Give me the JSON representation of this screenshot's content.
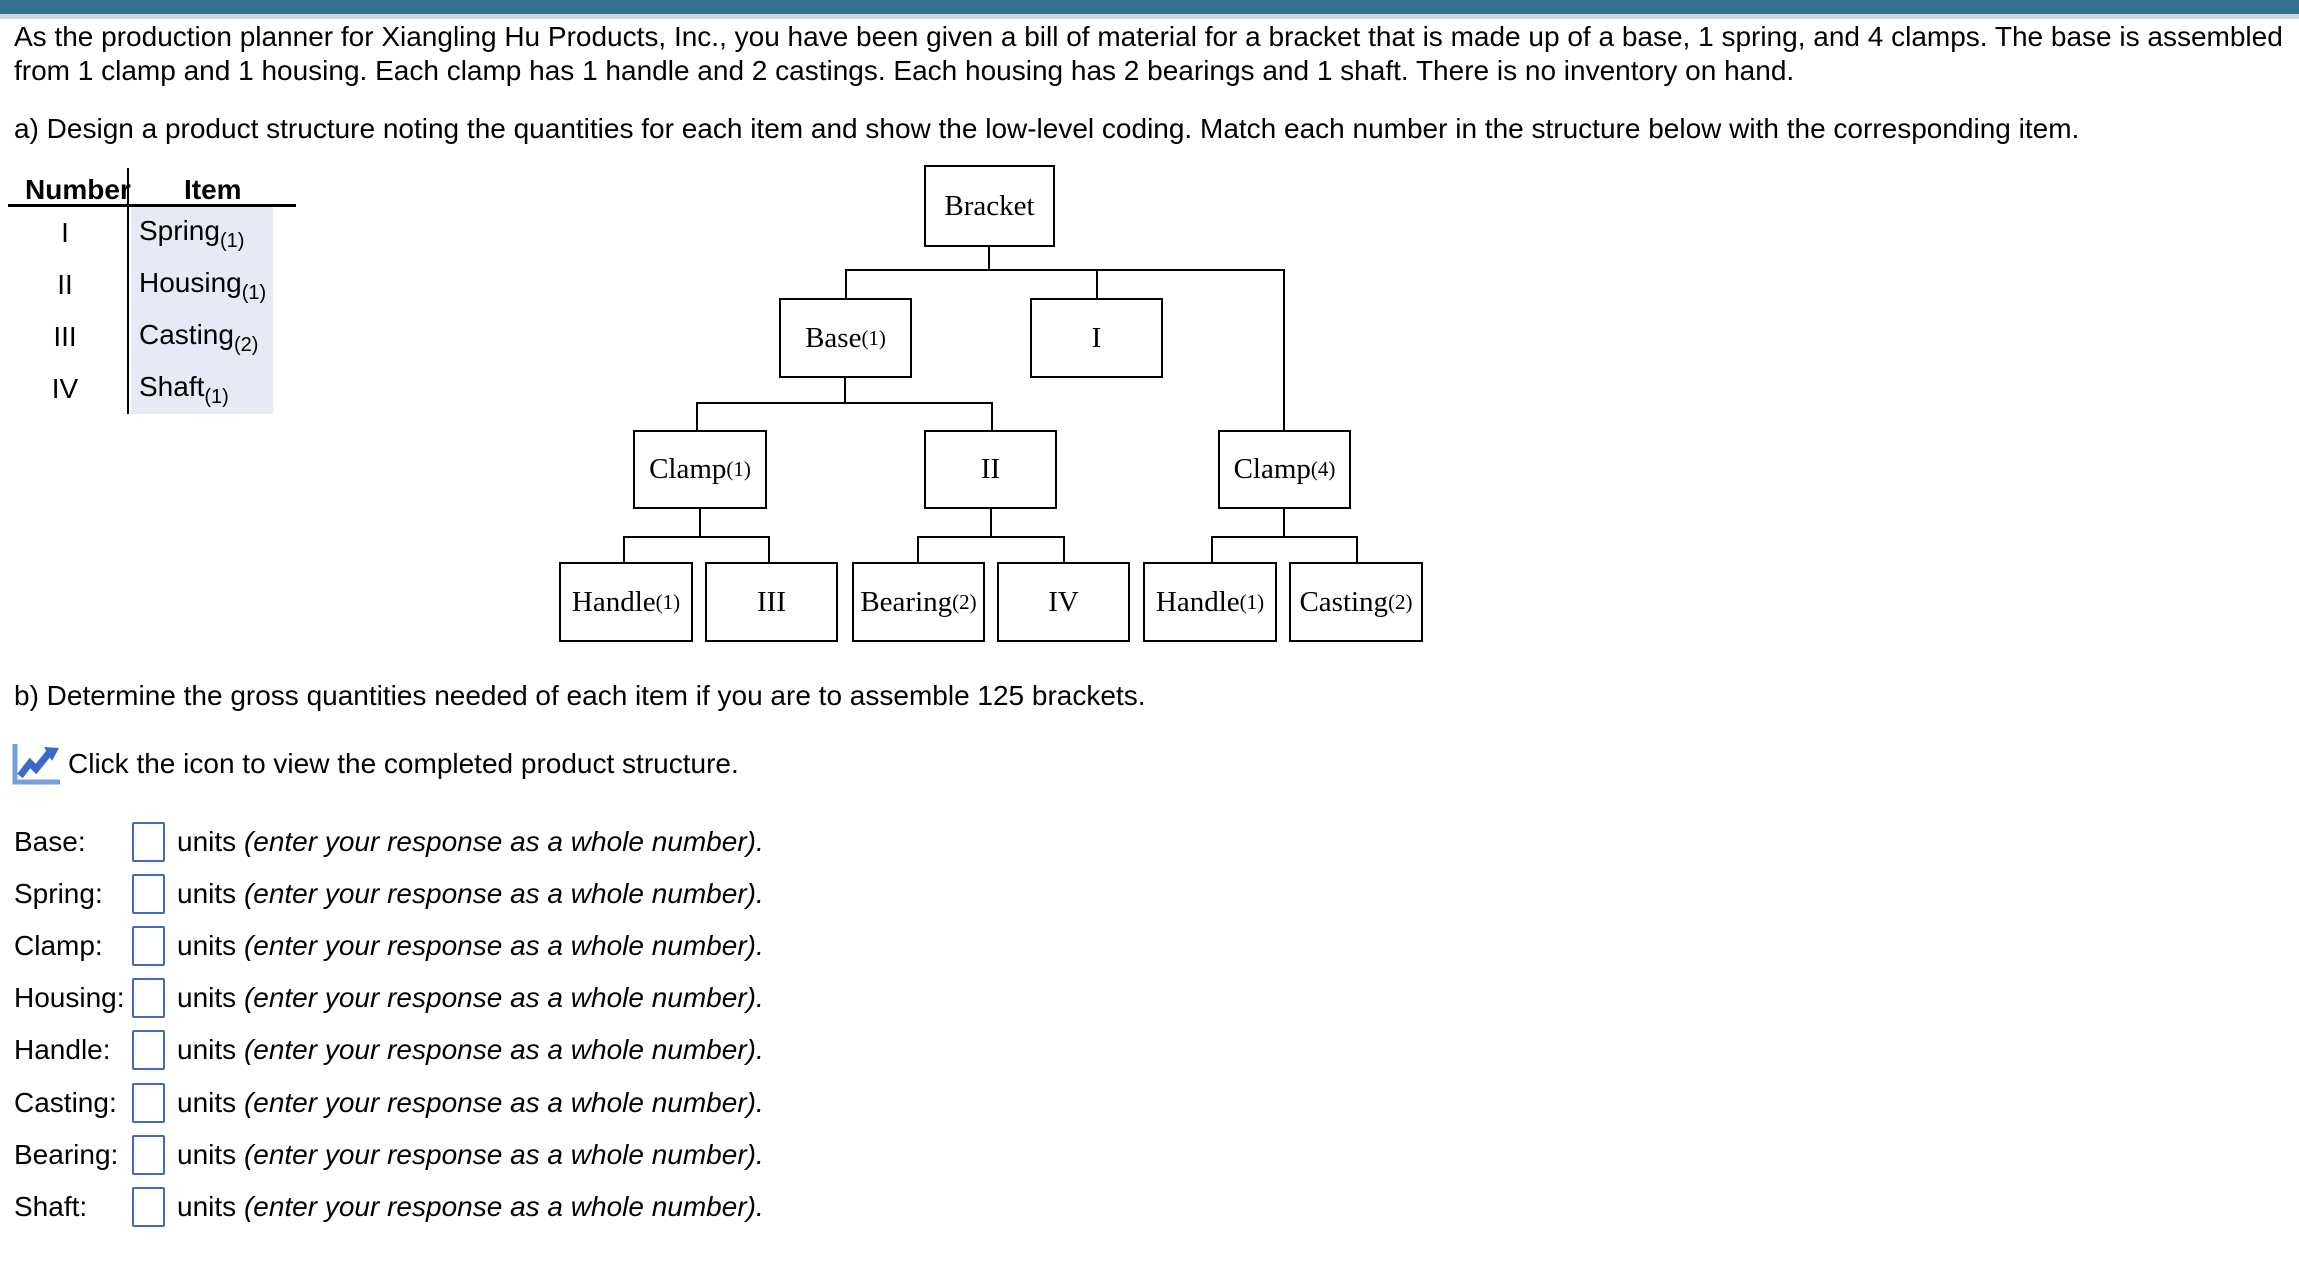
{
  "problem": {
    "statement": "As the production planner for Xiangling Hu Products, Inc., you have been given a bill of material for a bracket that is made up of a base, 1 spring, and 4 clamps. The base is assembled from 1 clamp and 1 housing. Each clamp has 1 handle and 2 castings. Each housing has 2 bearings and 1 shaft. There is no inventory on hand.",
    "part_a": "a) Design a product structure noting the quantities for each item and show the low-level coding. Match each number in the structure below with the corresponding item.",
    "part_b": "b) Determine the gross quantities needed of each item if you are to assemble 125 brackets.",
    "icon_caption": "Click the icon to view the completed product structure."
  },
  "match_table": {
    "header_number": "Number",
    "header_item": "Item",
    "rows": [
      {
        "number": "I",
        "item": "Spring",
        "qty": "(1)"
      },
      {
        "number": "II",
        "item": "Housing",
        "qty": "(1)"
      },
      {
        "number": "III",
        "item": "Casting",
        "qty": "(2)"
      },
      {
        "number": "IV",
        "item": "Shaft",
        "qty": "(1)"
      }
    ]
  },
  "tree": {
    "nodes": [
      {
        "label": "Bracket",
        "sub": ""
      },
      {
        "label": "Base",
        "sub": "(1)"
      },
      {
        "label": "I",
        "sub": ""
      },
      {
        "label": "Clamp",
        "sub": "(1)"
      },
      {
        "label": "II",
        "sub": ""
      },
      {
        "label": "Clamp",
        "sub": "(4)"
      },
      {
        "label": "Handle",
        "sub": "(1)"
      },
      {
        "label": "III",
        "sub": ""
      },
      {
        "label": "Bearing",
        "sub": "(2)"
      },
      {
        "label": "IV",
        "sub": ""
      },
      {
        "label": "Handle",
        "sub": "(1)"
      },
      {
        "label": "Casting",
        "sub": "(2)"
      }
    ]
  },
  "answers": {
    "units_label": "units",
    "hint": "(enter your response as a whole number).",
    "rows": [
      {
        "label": "Base:",
        "value": ""
      },
      {
        "label": "Spring:",
        "value": ""
      },
      {
        "label": "Clamp:",
        "value": ""
      },
      {
        "label": "Housing:",
        "value": ""
      },
      {
        "label": "Handle:",
        "value": ""
      },
      {
        "label": "Casting:",
        "value": ""
      },
      {
        "label": "Bearing:",
        "value": ""
      },
      {
        "label": "Shaft:",
        "value": ""
      }
    ]
  },
  "colors": {
    "topbar": "#32718F",
    "topbar_accent": "#CBD6E0",
    "item_cell_bg": "#E5EAF6",
    "input_border": "#4169C1",
    "icon_axis_blue": "#74A0DC",
    "icon_arrow_blue": "#3C69C7"
  }
}
